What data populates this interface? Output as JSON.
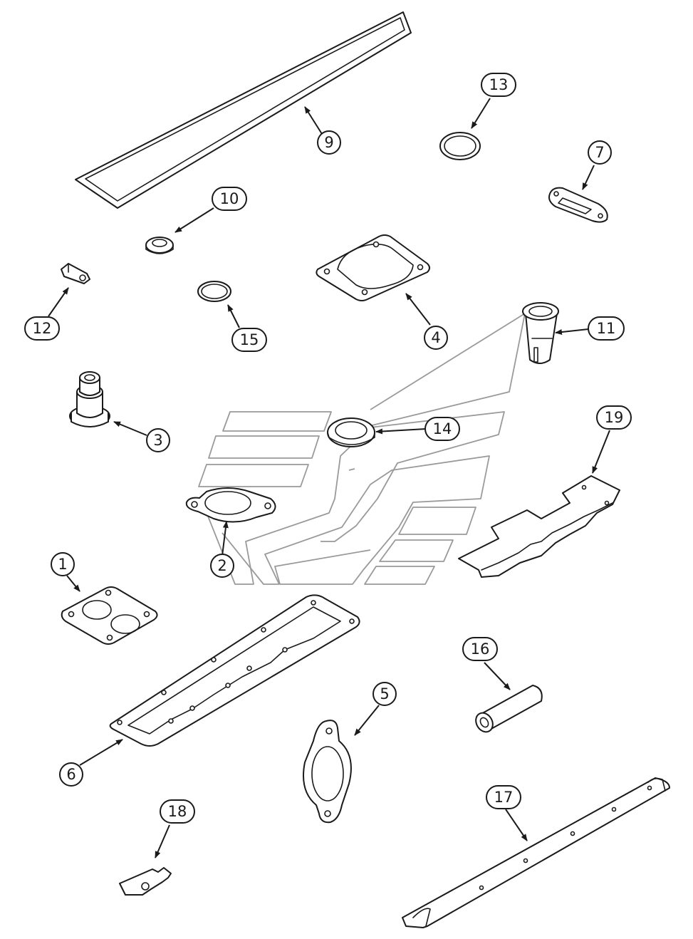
{
  "callouts": {
    "c1": "1",
    "c2": "2",
    "c3": "3",
    "c4": "4",
    "c5": "5",
    "c6": "6",
    "c7": "7",
    "c9": "9",
    "c10": "10",
    "c11": "11",
    "c12": "12",
    "c13": "13",
    "c14": "14",
    "c15": "15",
    "c16": "16",
    "c17": "17",
    "c18": "18",
    "c19": "19"
  }
}
